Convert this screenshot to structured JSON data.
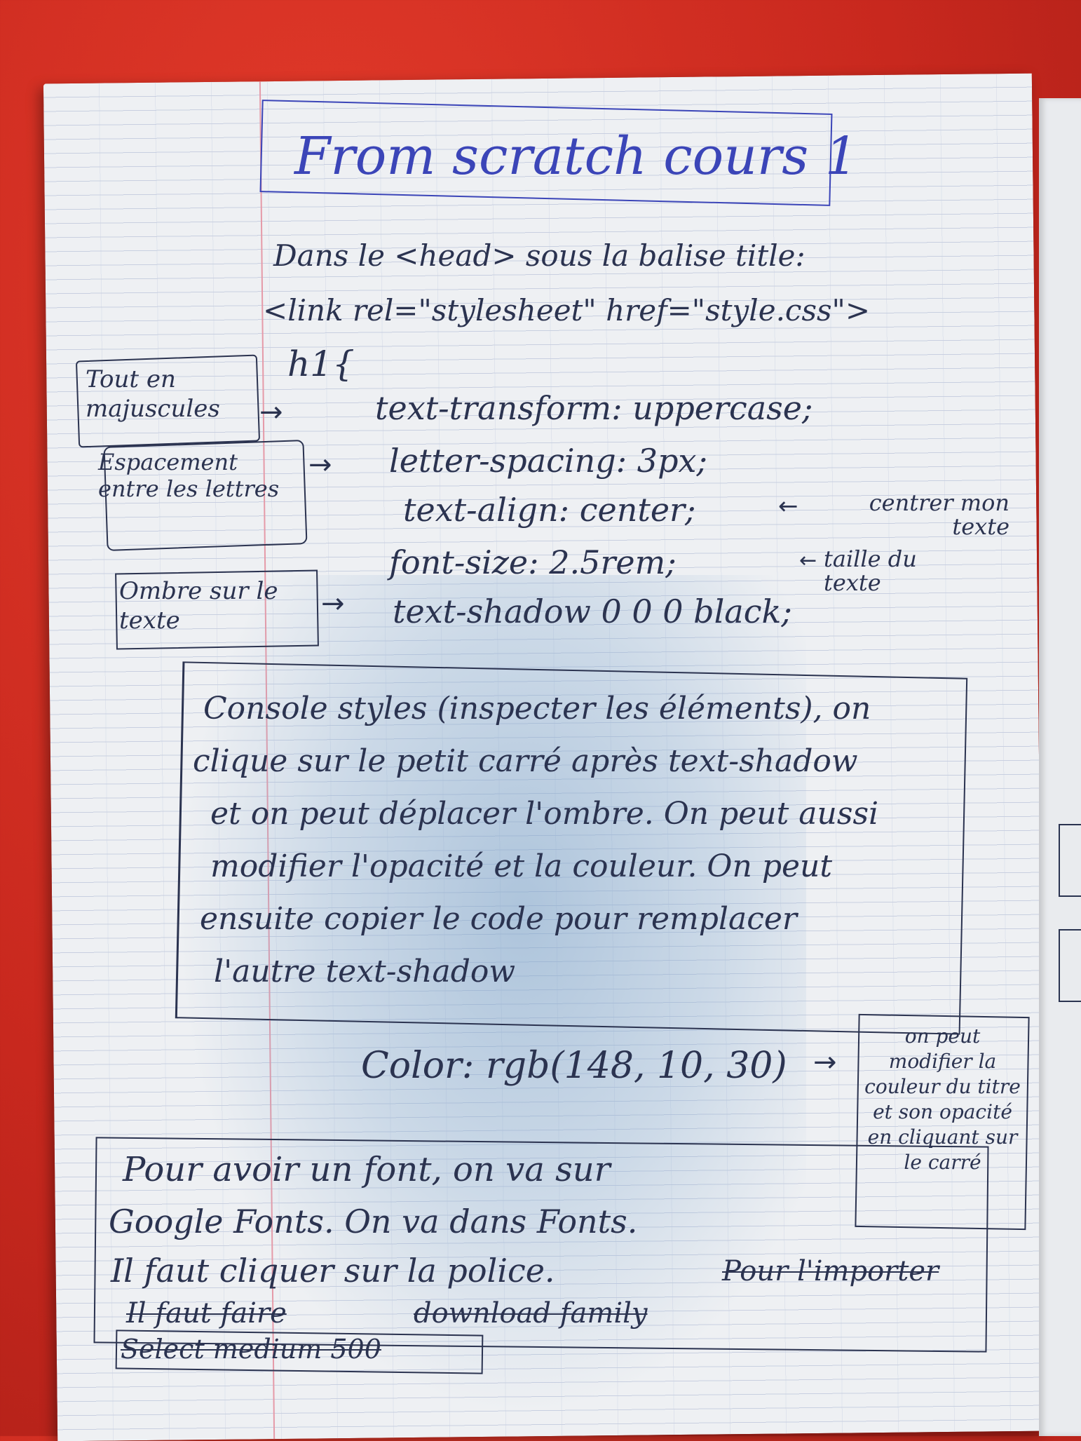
{
  "title": "From scratch cours 1",
  "intro": {
    "line1": "Dans le <head> sous la balise title:",
    "line2": "<link rel=\"stylesheet\" href=\"style.css\">"
  },
  "css": {
    "selector": "h1{",
    "lines": [
      "text-transform: uppercase;",
      "letter-spacing: 3px;",
      "text-align: center;",
      "font-size: 2.5rem;",
      "text-shadow 0 0 0 black;"
    ]
  },
  "side_notes": {
    "uppercase": "Tout en majuscules",
    "spacing": "Espacement entre les lettres",
    "shadow": "Ombre sur le texte",
    "center": "centrer mon texte",
    "size": "taille du texte"
  },
  "console_box": {
    "lines": [
      "Console styles (inspecter les éléments), on",
      "clique sur le petit carré après text-shadow",
      "et on peut déplacer l'ombre. On peut aussi",
      "modifier l'opacité et la couleur. On peut",
      "ensuite copier le code pour remplacer",
      "l'autre text-shadow"
    ]
  },
  "color_rule": "Color: rgb(148, 10, 30)",
  "color_note": "on peut modifier la couleur du titre et son opacité en cliquant sur le carré",
  "fonts_box": {
    "lines": [
      "Pour avoir un font, on va sur",
      "Google Fonts. On va dans Fonts.",
      "Il faut cliquer sur la police."
    ],
    "struck_import": "Pour l'importer",
    "struck_line": "Il faut faire",
    "download": "download family",
    "select": "Select medium 500"
  }
}
